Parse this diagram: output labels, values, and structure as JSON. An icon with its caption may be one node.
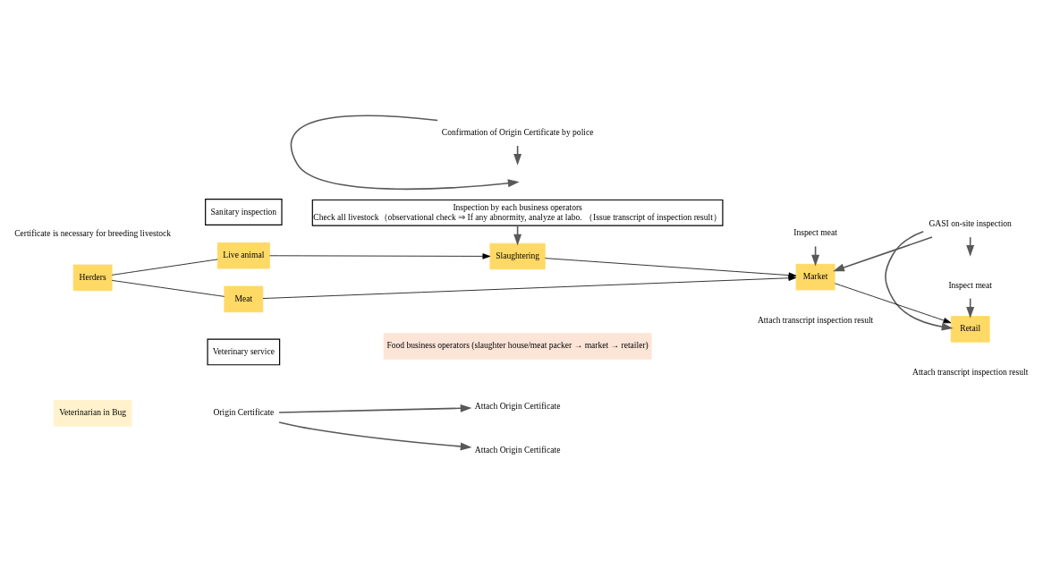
{
  "diagram": {
    "nodes": [
      {
        "text": [
          "Veterinarian in Bug"
        ]
      },
      {
        "text": [
          "Food business operators (slaughter house/meat packer → market → retailer)"
        ]
      },
      {
        "text": [
          "Origin Certificate"
        ]
      },
      {
        "text": [
          "Veterinary service"
        ]
      },
      {
        "text": [
          "Herders"
        ]
      },
      {
        "text": [
          "Live animal"
        ]
      },
      {
        "text": [
          "Attach Origin Certificate"
        ]
      },
      {
        "text": [
          "Slaughtering"
        ]
      },
      {
        "text": [
          "Inspection by each business operators",
          "Check all livestock（observational check ⇒ If any abnormity, analyze at labo. （Issue transcript of inspection result）"
        ]
      },
      {
        "text": [
          "GASI on-site inspection"
        ]
      },
      {
        "text": [
          "Confirmation of Origin Certificate by police"
        ]
      },
      {
        "text": [
          "Sanitary inspection"
        ]
      },
      {
        "text": [
          "Meat"
        ]
      },
      {
        "text": [
          "Attach Origin Certificate"
        ]
      },
      {
        "text": [
          "Market"
        ],
        "beside": [
          "Attach transcript inspection result"
        ]
      },
      {
        "text": [
          "Retail"
        ],
        "beside": [
          "Attach transcript inspection result"
        ]
      },
      {
        "text": [
          "Inspect meat"
        ]
      },
      {
        "text": [
          "Inspect meat"
        ]
      }
    ],
    "edges": [
      {
        "from": 4,
        "to": 5,
        "arrow": "none"
      },
      {
        "from": 4,
        "to": 12,
        "arrow": "none"
      },
      {
        "from": 2,
        "to": 6,
        "arrow": "to",
        "color": "#595959"
      },
      {
        "from": 2,
        "to": 13,
        "arrow": "to",
        "color": "#595959"
      },
      {
        "from": 5,
        "to": 7,
        "arrow": "to"
      },
      {
        "from": 10,
        "to": null,
        "arrow": "to",
        "color": "#595959"
      },
      {
        "from": 10,
        "to": null,
        "arrow": "to",
        "color": "#595959"
      },
      {
        "from": 8,
        "to": 7,
        "arrow": "to",
        "color": "#595959"
      },
      {
        "from": 9,
        "to": null,
        "arrow": "to",
        "color": "#595959"
      },
      {
        "from": 7,
        "to": 14,
        "arrow": "to"
      },
      {
        "from": 9,
        "to": 14,
        "arrow": "to",
        "color": "#595959"
      },
      {
        "from": 9,
        "to": 15,
        "arrow": "to",
        "color": "#595959"
      },
      {
        "from": 12,
        "to": 14,
        "arrow": "to"
      },
      {
        "from": 14,
        "to": 15,
        "arrow": "to"
      },
      {
        "from": 16,
        "to": 14,
        "arrow": "to",
        "color": "#595959"
      },
      {
        "from": 17,
        "to": 15,
        "arrow": "to",
        "color": "#595959"
      }
    ],
    "labels": [
      "Certificate is necessary for breeding livestock"
    ]
  }
}
